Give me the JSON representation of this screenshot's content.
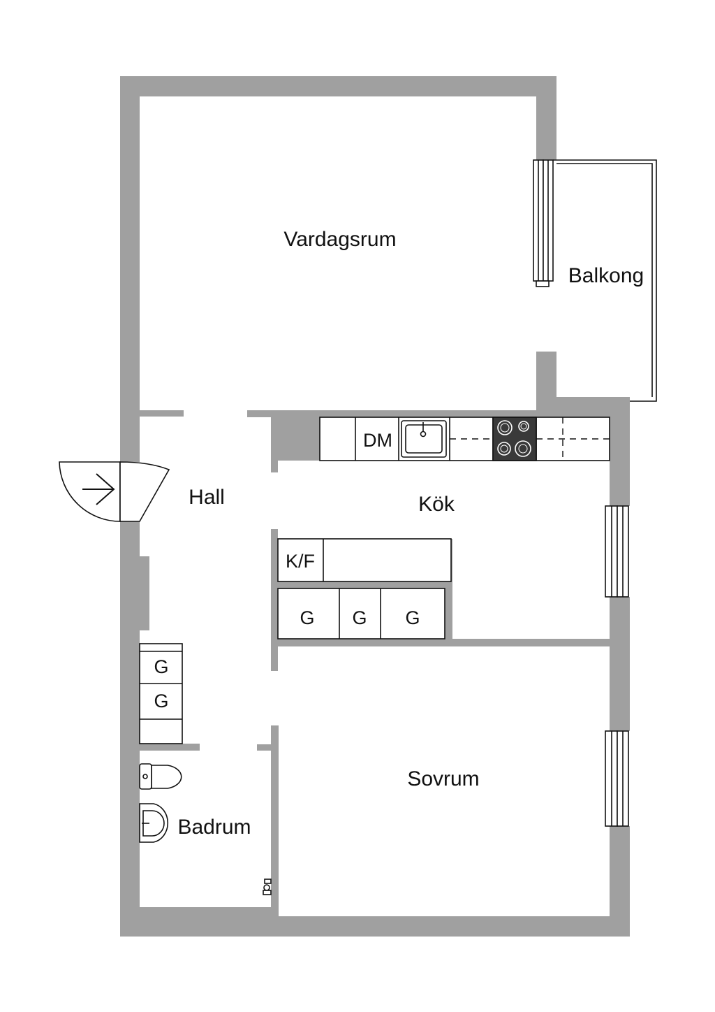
{
  "rooms": {
    "vardagsrum": "Vardagsrum",
    "balkong": "Balkong",
    "hall": "Hall",
    "kok": "Kök",
    "sovrum": "Sovrum",
    "badrum": "Badrum"
  },
  "fixtures": {
    "dishwasher": "DM",
    "fridge_freezer": "K/F",
    "wardrobe": "G"
  },
  "colors": {
    "wall": "#a0a0a0",
    "stove": "#3a3a3a",
    "line": "#111111"
  }
}
